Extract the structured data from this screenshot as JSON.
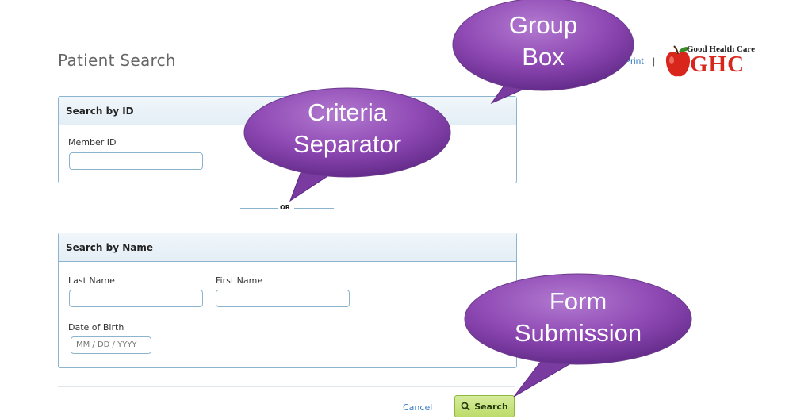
{
  "header": {
    "title": "Patient Search",
    "print_label": "Print",
    "divider": "|",
    "logo_tagline": "Good Health Care",
    "logo_mark": "GHC"
  },
  "group_id": {
    "title": "Search by ID",
    "member_id_label": "Member ID",
    "member_id_value": ""
  },
  "separator": {
    "label": "OR"
  },
  "group_name": {
    "title": "Search by Name",
    "last_name_label": "Last Name",
    "last_name_value": "",
    "first_name_label": "First Name",
    "first_name_value": "",
    "dob_label": "Date of Birth",
    "dob_placeholder": "MM / DD / YYYY"
  },
  "footer": {
    "cancel_label": "Cancel",
    "search_label": "Search"
  },
  "callouts": {
    "group_box": [
      "Group",
      "Box"
    ],
    "criteria_separator": [
      "Criteria",
      "Separator"
    ],
    "form_submission": [
      "Form",
      "Submission"
    ]
  },
  "colors": {
    "callout_fill": "#8e48b3",
    "group_border": "#8db4cf",
    "link": "#3b7fc4",
    "search_button": "#c8e384",
    "logo_red": "#d9261c"
  }
}
